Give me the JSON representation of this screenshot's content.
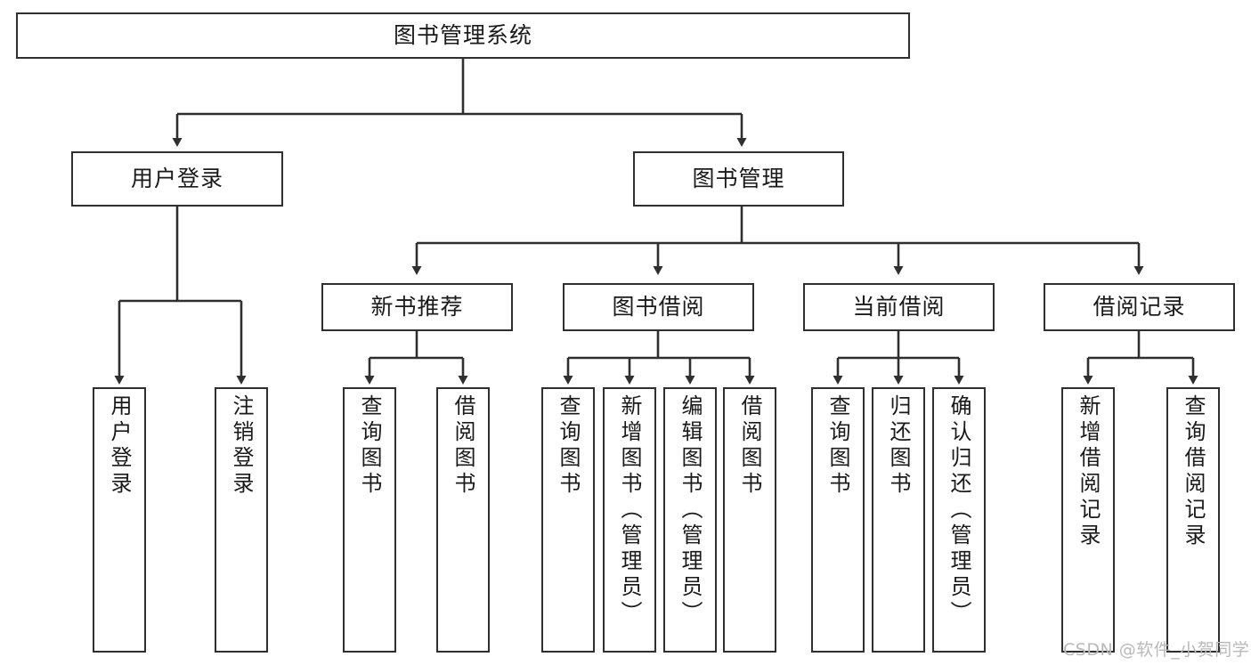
{
  "diagram": {
    "title": "图书管理系统",
    "type": "tree-hierarchy",
    "root": {
      "label": "图书管理系统"
    },
    "level2": [
      {
        "label": "用户登录"
      },
      {
        "label": "图书管理"
      }
    ],
    "level3": [
      {
        "label": "新书推荐"
      },
      {
        "label": "图书借阅"
      },
      {
        "label": "当前借阅"
      },
      {
        "label": "借阅记录"
      }
    ],
    "leaves": [
      {
        "label": "用户登录"
      },
      {
        "label": "注销登录"
      },
      {
        "label": "查询图书"
      },
      {
        "label": "借阅图书"
      },
      {
        "label": "查询图书"
      },
      {
        "label": "新增图书（管理员）"
      },
      {
        "label": "编辑图书（管理员）"
      },
      {
        "label": "借阅图书"
      },
      {
        "label": "查询图书"
      },
      {
        "label": "归还图书"
      },
      {
        "label": "确认归还（管理员）"
      },
      {
        "label": "新增借阅记录"
      },
      {
        "label": "查询借阅记录"
      }
    ],
    "colors": {
      "stroke": "#2f2f2f",
      "fill": "#ffffff",
      "text": "#1a1a1a",
      "watermark": "#b9b9b9"
    }
  },
  "watermark": {
    "text": "CSDN @软件_小贺同学"
  }
}
